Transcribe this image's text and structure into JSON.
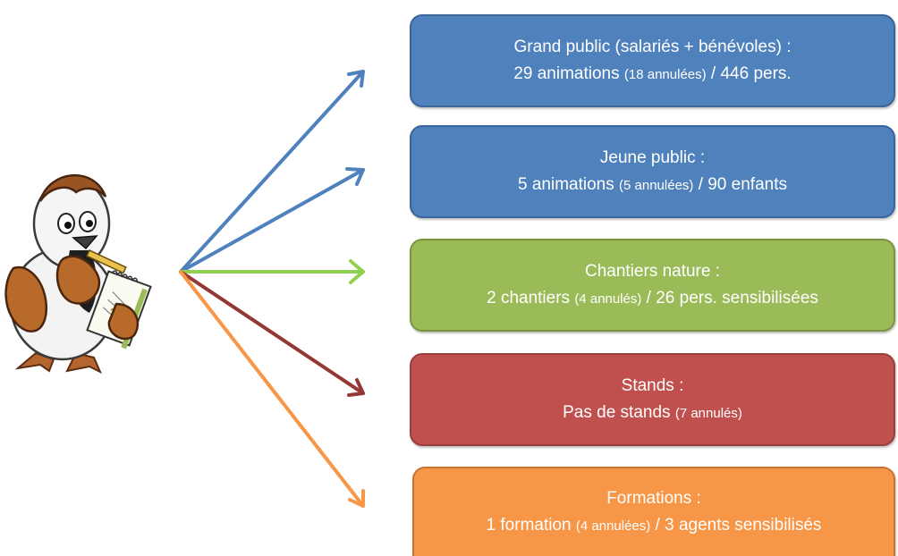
{
  "colors": {
    "blue": "#4f81bd",
    "green": "#9bbb59",
    "red": "#c0504d",
    "orange": "#f79646"
  },
  "mascot": {
    "icon": "sparrow-mascot-with-notepad-icon"
  },
  "boxes": [
    {
      "title": "Grand public (salariés + bénévoles) :",
      "main": "29 animations",
      "note": "(18 annulées)",
      "suffix": "/ 446 pers."
    },
    {
      "title": "Jeune public :",
      "main": "5 animations",
      "note": "(5 annulées)",
      "suffix": "/ 90 enfants"
    },
    {
      "title": "Chantiers nature :",
      "main": "2 chantiers",
      "note": "(4 annulés)",
      "suffix": "/ 26 pers. sensibilisées"
    },
    {
      "title": "Stands :",
      "main": "Pas de stands",
      "note": "(7 annulés)",
      "suffix": ""
    },
    {
      "title": "Formations :",
      "main": "1 formation",
      "note": "(4 annulées)",
      "suffix": "/ 3 agents sensibilisés"
    }
  ]
}
